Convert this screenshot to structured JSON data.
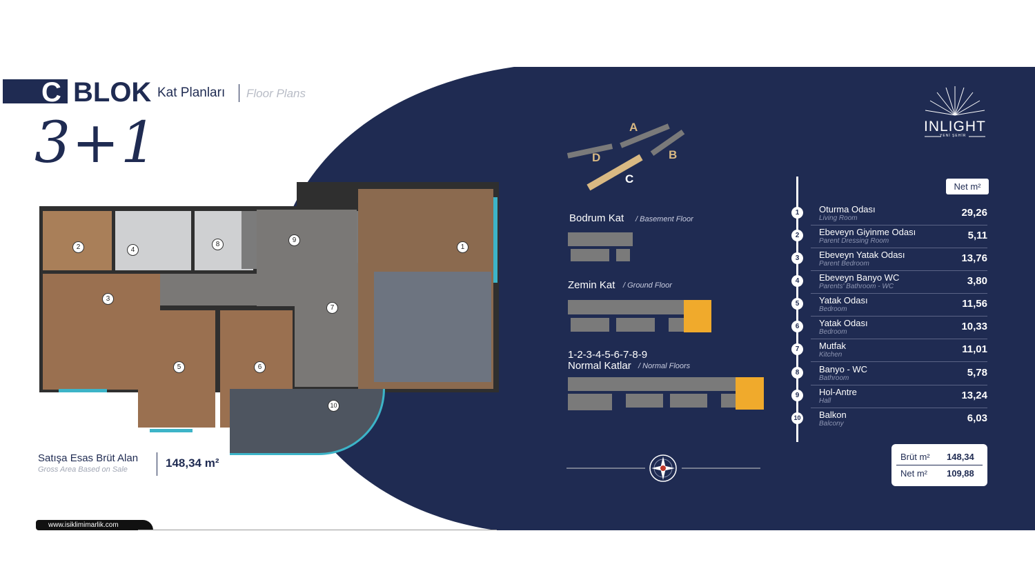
{
  "header": {
    "block_letter": "C",
    "block_word": "BLOK",
    "title_tr": "Kat Planları",
    "title_en": "Floor Plans",
    "unit_type": "3+1"
  },
  "logo": {
    "name": "INLIGHT",
    "tagline": "YENİ ŞEHİR"
  },
  "plan": {
    "room_numbers": [
      "1",
      "2",
      "3",
      "4",
      "5",
      "6",
      "7",
      "8",
      "9",
      "10"
    ]
  },
  "gross": {
    "label_tr": "Satışa Esas Brüt Alan",
    "label_en": "Gross Area Based on Sale",
    "value": "148,34 m²"
  },
  "website": "www.isiklimimarlik.com",
  "site_key": {
    "blocks": [
      "A",
      "B",
      "C",
      "D"
    ],
    "selected": "C"
  },
  "floors": [
    {
      "title": "Bodrum Kat",
      "subtitle": "/ Basement Floor"
    },
    {
      "title": "Zemin Kat",
      "subtitle": "/ Ground Floor"
    },
    {
      "levels": "1-2-3-4-5-6-7-8-9",
      "title": "Normal Katlar",
      "subtitle": "/ Normal Floors"
    }
  ],
  "table": {
    "header": "Net m²",
    "rows": [
      {
        "n": "1",
        "tr": "Oturma Odası",
        "en": "Living Room",
        "v": "29,26"
      },
      {
        "n": "2",
        "tr": "Ebeveyn Giyinme Odası",
        "en": "Parent Dressing Room",
        "v": "5,11"
      },
      {
        "n": "3",
        "tr": "Ebeveyn Yatak Odası",
        "en": "Parent Bedroom",
        "v": "13,76"
      },
      {
        "n": "4",
        "tr": "Ebeveyn Banyo WC",
        "en": "Parents' Bathroom - WC",
        "v": "3,80"
      },
      {
        "n": "5",
        "tr": "Yatak Odası",
        "en": "Bedroom",
        "v": "11,56"
      },
      {
        "n": "6",
        "tr": "Yatak Odası",
        "en": "Bedroom",
        "v": "10,33"
      },
      {
        "n": "7",
        "tr": "Mutfak",
        "en": "Kitchen",
        "v": "11,01"
      },
      {
        "n": "8",
        "tr": "Banyo - WC",
        "en": "Bathroom",
        "v": "5,78"
      },
      {
        "n": "9",
        "tr": "Hol-Antre",
        "en": "Hall",
        "v": "13,24"
      },
      {
        "n": "10",
        "tr": "Balkon",
        "en": "Balcony",
        "v": "6,03"
      }
    ]
  },
  "totals": {
    "brut_label": "Brüt m²",
    "brut": "148,34",
    "net_label": "Net m²",
    "net": "109,88"
  },
  "colors": {
    "navy": "#1f2b52",
    "highlight": "#f0aa2c",
    "selected_block": "#d9b983"
  }
}
